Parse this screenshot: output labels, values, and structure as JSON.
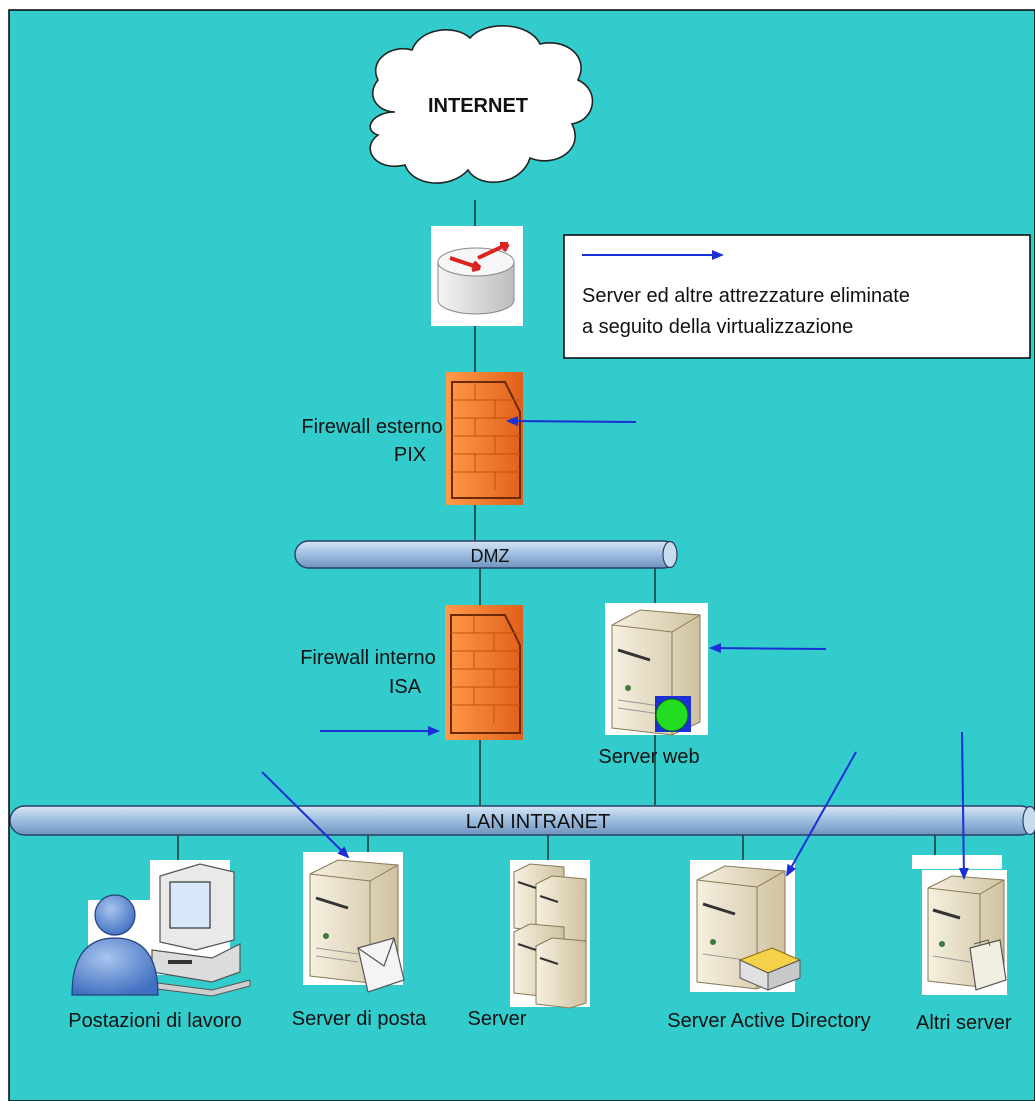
{
  "colors": {
    "background": "#33cccc",
    "arrow": "#1b2fd6",
    "bus_fill": "#a9c6e6",
    "firewall": "#f07a2a",
    "server_body": "#e9dfc6"
  },
  "cloud": {
    "label": "INTERNET"
  },
  "legend": {
    "line1": "Server ed altre attrezzature eliminate",
    "line2": "a seguito della virtualizzazione"
  },
  "firewall_external": {
    "line1": "Firewall esterno",
    "line2": "PIX"
  },
  "dmz": {
    "label": "DMZ"
  },
  "firewall_internal": {
    "line1": "Firewall interno",
    "line2": "ISA"
  },
  "server_web": {
    "label": "Server web"
  },
  "lan": {
    "label": "LAN INTRANET"
  },
  "workstations": {
    "label": "Postazioni di lavoro"
  },
  "mail_server": {
    "label": "Server di posta"
  },
  "server_group": {
    "label": "Server"
  },
  "ad_server": {
    "label": "Server Active Directory"
  },
  "other_servers": {
    "label": "Altri server"
  },
  "icons": [
    "cloud-icon",
    "router-icon",
    "firewall-icon",
    "server-icon",
    "workstation-icon",
    "user-icon",
    "envelope-icon",
    "folder-icon"
  ]
}
